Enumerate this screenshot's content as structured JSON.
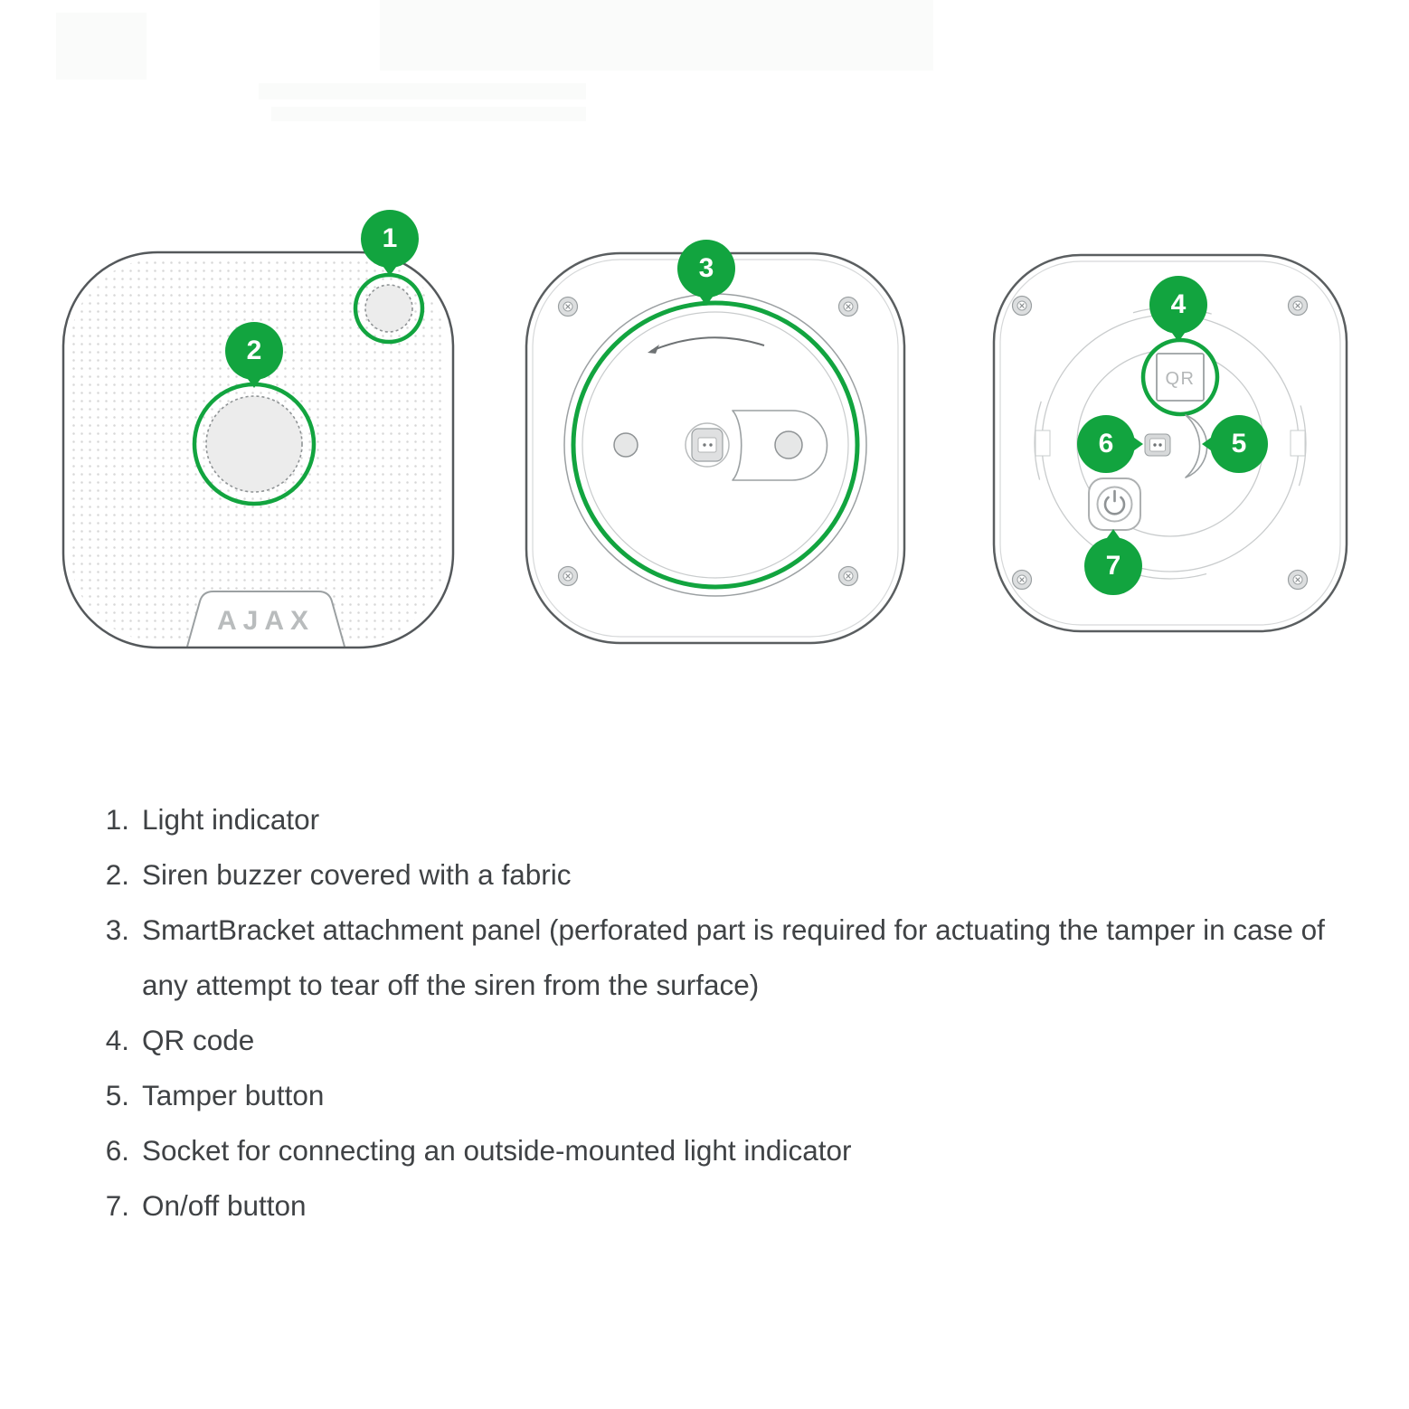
{
  "colors": {
    "highlight_green": "#12A43F",
    "device_outline": "#54585B",
    "detail_gray": "#9BA0A2",
    "text_gray": "#3F4245"
  },
  "devices": [
    {
      "id": "front-view",
      "logo": "AJAX"
    },
    {
      "id": "smartbracket-panel"
    },
    {
      "id": "back-view",
      "qr_label": "QR"
    }
  ],
  "callouts": [
    {
      "number": "1"
    },
    {
      "number": "2"
    },
    {
      "number": "3"
    },
    {
      "number": "4"
    },
    {
      "number": "5"
    },
    {
      "number": "6"
    },
    {
      "number": "7"
    }
  ],
  "legend": {
    "items": [
      {
        "num": "1.",
        "text": "Light indicator"
      },
      {
        "num": "2.",
        "text": "Siren buzzer covered with a fabric"
      },
      {
        "num": "3.",
        "text": "SmartBracket attachment panel (perforated part is required for actuating the tamper in case of any attempt to tear off the siren from the surface)"
      },
      {
        "num": "4.",
        "text": "QR code"
      },
      {
        "num": "5.",
        "text": "Tamper button"
      },
      {
        "num": "6.",
        "text": "Socket for connecting an outside-mounted light indicator"
      },
      {
        "num": "7.",
        "text": "On/off button"
      }
    ]
  }
}
